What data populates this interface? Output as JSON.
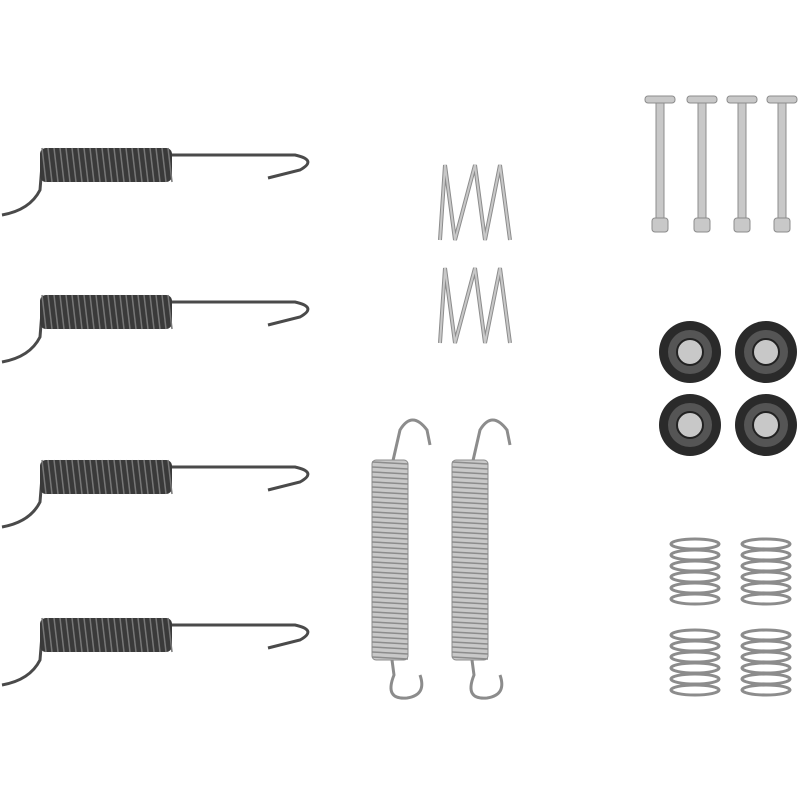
{
  "image": {
    "subject": "brake-shoe-accessory-kit",
    "colors": {
      "background": "#ffffff",
      "dark_coil": "#3a3a3a",
      "wire": "#4a4a4a",
      "steel_light": "#c8c8c8",
      "steel_mid": "#8c8c8c",
      "cup_dark": "#2a2a2a"
    },
    "parts": [
      {
        "kind": "return-spring-with-hook",
        "color": "dark"
      },
      {
        "kind": "zigzag-spring",
        "color": "steel"
      },
      {
        "kind": "tension-spring",
        "color": "steel"
      },
      {
        "kind": "hold-down-pin",
        "color": "steel"
      },
      {
        "kind": "retainer-cup",
        "color": "dark"
      },
      {
        "kind": "compression-spring",
        "color": "steel"
      }
    ]
  }
}
